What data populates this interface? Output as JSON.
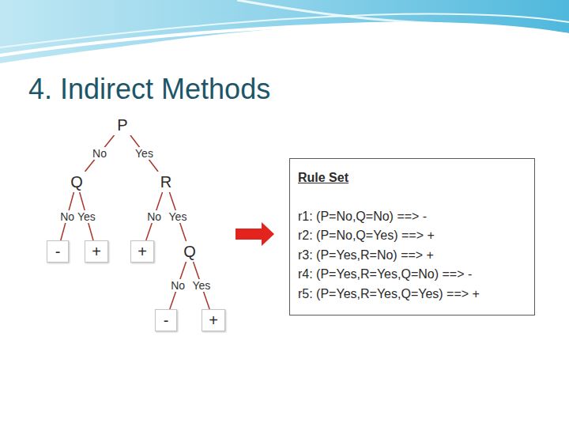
{
  "diagram": {
    "title": "4. Indirect Methods",
    "nodes": [
      {
        "text": [
          "P"
        ]
      },
      {
        "text": [
          "Q"
        ]
      },
      {
        "text": [
          "R"
        ]
      },
      {
        "text": [
          "-"
        ]
      },
      {
        "text": [
          "+"
        ]
      },
      {
        "text": [
          "+"
        ]
      },
      {
        "text": [
          "Q"
        ]
      },
      {
        "text": [
          "-"
        ]
      },
      {
        "text": [
          "+"
        ]
      },
      {
        "text": [
          "Rule Set",
          "r1: (P=No,Q=No) ==> -",
          "r2: (P=No,Q=Yes) ==> +",
          "r3: (P=Yes,R=No) ==> +",
          "r4: (P=Yes,R=Yes,Q=No) ==> -",
          "r5: (P=Yes,R=Yes,Q=Yes) ==> +"
        ]
      }
    ],
    "edges": [
      {
        "from": 0,
        "to": 1,
        "label": "No",
        "arrow": "none"
      },
      {
        "from": 0,
        "to": 2,
        "label": "Yes",
        "arrow": "none"
      },
      {
        "from": 1,
        "to": 3,
        "label": "No",
        "arrow": "none"
      },
      {
        "from": 1,
        "to": 4,
        "label": "Yes",
        "arrow": "none"
      },
      {
        "from": 2,
        "to": 5,
        "label": "No",
        "arrow": "none"
      },
      {
        "from": 2,
        "to": 6,
        "label": "Yes",
        "arrow": "none"
      },
      {
        "from": 6,
        "to": 7,
        "label": "No",
        "arrow": "none"
      },
      {
        "from": 6,
        "to": 8,
        "label": "Yes",
        "arrow": "none"
      }
    ]
  }
}
